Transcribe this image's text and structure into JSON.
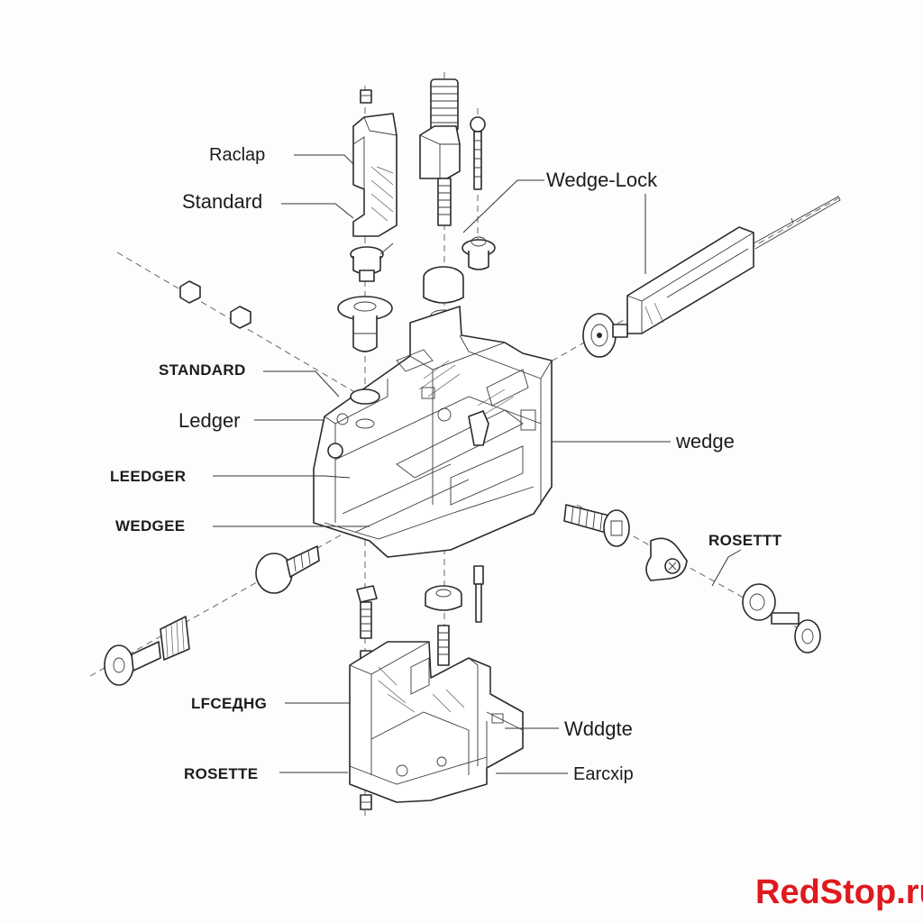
{
  "labels": {
    "raclap": "Raclap",
    "standard_top": "Standard",
    "wedge_lock": "Wedge-Lock",
    "standard_caps": "STANDARD",
    "ledger": "Ledger",
    "wedge": "wedge",
    "leedger": "LEEDGER",
    "wedgee": "WEDGEE",
    "rosettt": "ROSETTT",
    "lfcedhg": "LFCEДHG",
    "wddgte": "Wddgte",
    "rosette": "ROSETTE",
    "earcxip": "Earcxip"
  },
  "watermark": "RedStop.ru",
  "colors": {
    "ink": "#2a2a2a",
    "watermark": "#e0191e",
    "background": "#fdfdfd"
  }
}
